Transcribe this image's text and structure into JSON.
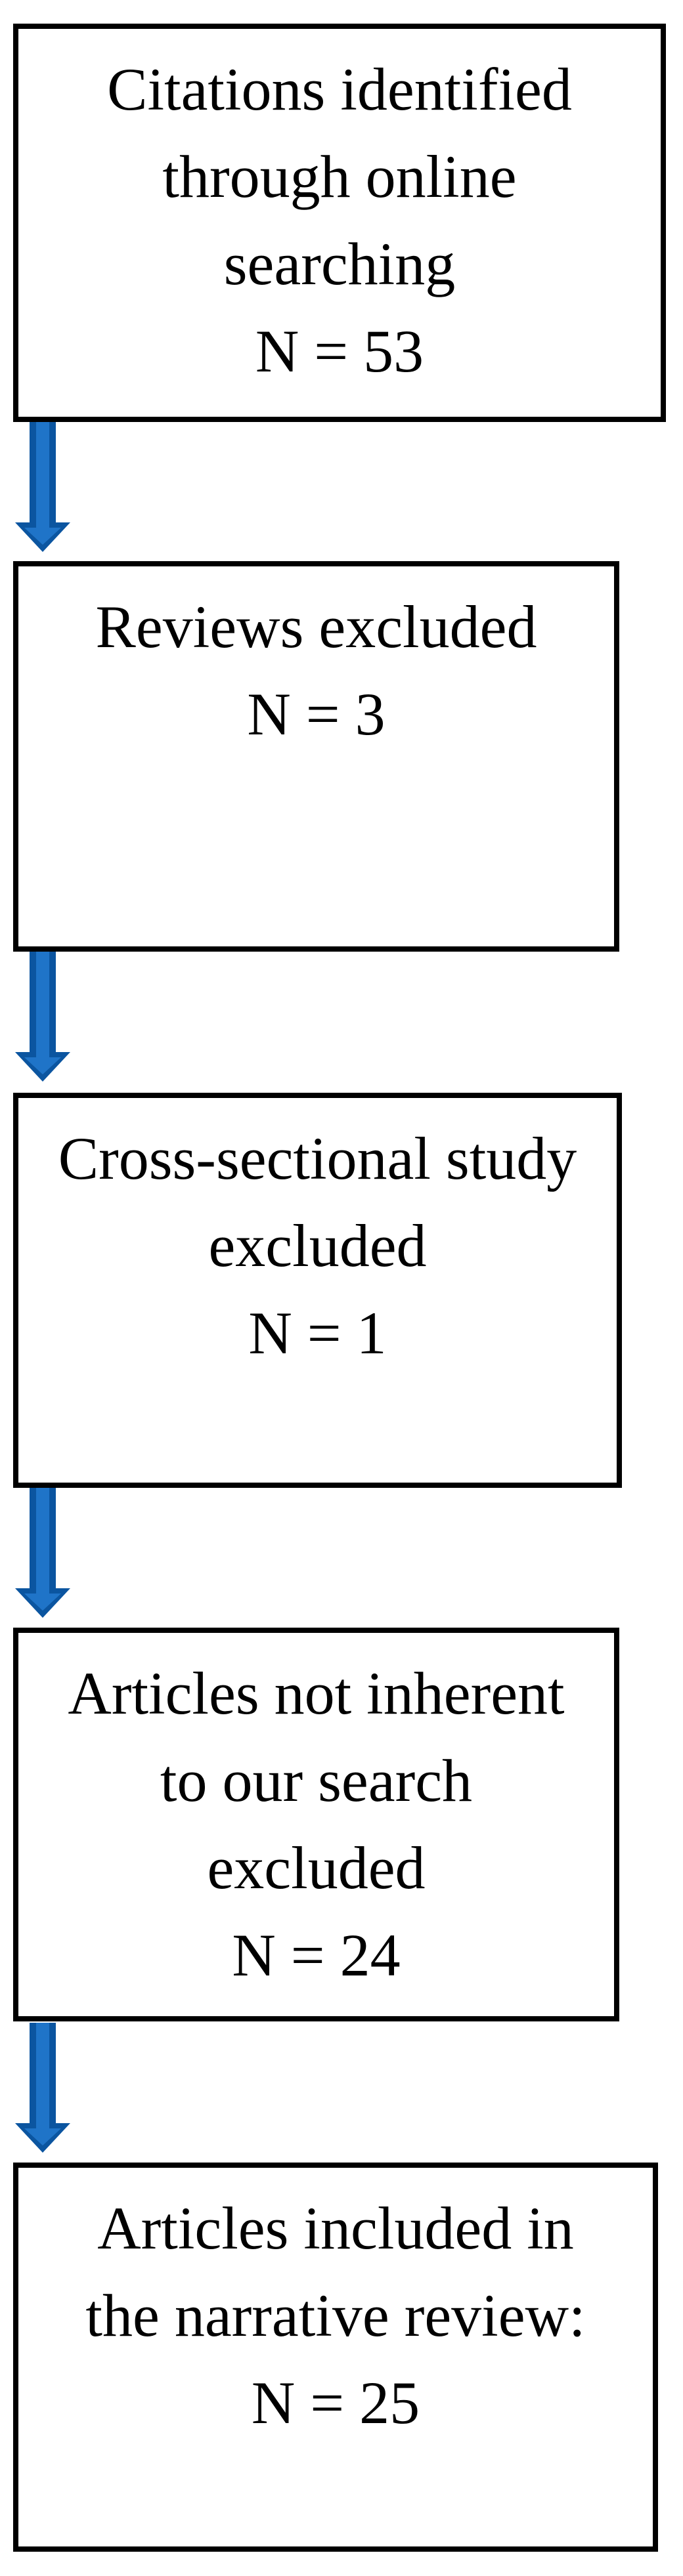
{
  "figure": {
    "type": "flow-diagram",
    "background": "#ffffff",
    "box_border_color": "#000000",
    "text_color": "#000000",
    "arrow_outline_color": "#0b55a0",
    "arrow_fill_color": "#1f74c8",
    "boxes": [
      {
        "id": "citations-identified",
        "lines": [
          "Citations identified",
          "through online",
          "searching",
          "N = 53"
        ],
        "n_value": 53
      },
      {
        "id": "reviews-excluded",
        "lines": [
          "Reviews excluded",
          "N = 3"
        ],
        "n_value": 3
      },
      {
        "id": "cross-sectional-excluded",
        "lines": [
          "Cross-sectional study",
          "excluded",
          "N = 1"
        ],
        "n_value": 1
      },
      {
        "id": "not-inherent-excluded",
        "lines": [
          "Articles not inherent",
          "to our search",
          "excluded",
          "N = 24"
        ],
        "n_value": 24
      },
      {
        "id": "articles-included",
        "lines": [
          "Articles included in",
          "the narrative review:",
          "N = 25"
        ],
        "n_value": 25
      }
    ],
    "arrows": [
      {
        "from": "citations-identified",
        "to": "reviews-excluded"
      },
      {
        "from": "reviews-excluded",
        "to": "cross-sectional-excluded"
      },
      {
        "from": "cross-sectional-excluded",
        "to": "not-inherent-excluded"
      },
      {
        "from": "not-inherent-excluded",
        "to": "articles-included"
      }
    ]
  }
}
